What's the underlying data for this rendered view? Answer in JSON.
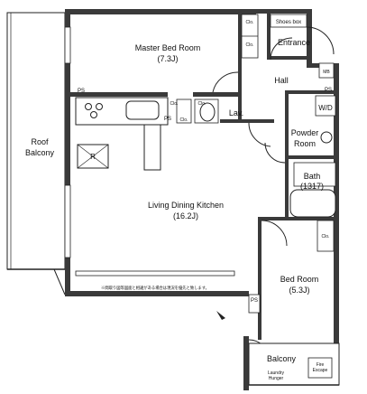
{
  "colors": {
    "wall": "#3a3a3a",
    "line": "#222222",
    "fill": "#d8d8d8",
    "background": "#ffffff"
  },
  "rooms": {
    "master_bed": {
      "name": "Master Bed Room",
      "size": "(7.3J)"
    },
    "entrance": {
      "name": "Entrance"
    },
    "shoes_box": {
      "name": "Shoes box"
    },
    "hall": {
      "name": "Hall"
    },
    "roof_balcony": {
      "line1": "Roof",
      "line2": "Balcony"
    },
    "lav": {
      "name": "Lav."
    },
    "wd": {
      "name": "W/D"
    },
    "powder": {
      "line1": "Powder",
      "line2": "Room"
    },
    "bath": {
      "name": "Bath",
      "size": "(1317)"
    },
    "ldk": {
      "name": "Living Dining Kitchen",
      "size": "(16.2J)"
    },
    "bedroom": {
      "name": "Bed Room",
      "size": "(5.3J)"
    },
    "balcony": {
      "name": "Balcony"
    },
    "laundry": {
      "line1": "Laundry",
      "line2": "Hunger"
    },
    "fire_escape": {
      "line1": "Fire",
      "line2": "Escape"
    }
  },
  "fixtures": {
    "clo": "Clo.",
    "ps": "PS",
    "mb": "MB",
    "refrigerator": "R"
  },
  "note": "※間取り図等図面と相違がある場合は現況を優先と致します。"
}
